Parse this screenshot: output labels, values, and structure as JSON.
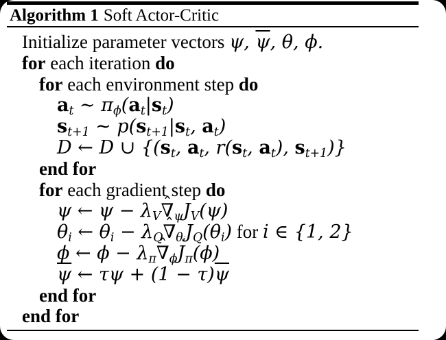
{
  "colors": {
    "frame_background": "#000000",
    "paper": "#ffffff",
    "text": "#000000",
    "rule": "#000000"
  },
  "caption": {
    "label": "Algorithm 1",
    "title": "Soft Actor-Critic"
  },
  "algorithm": {
    "lines": [
      {
        "indent": 0,
        "segments": [
          {
            "t": "math",
            "s": "R{Initialize parameter vectors }ψ, B{ψ}, θ, ϕ."
          }
        ]
      },
      {
        "indent": 0,
        "segments": [
          {
            "t": "kw",
            "s": "for"
          },
          {
            "t": "rm",
            "s": " each iteration "
          },
          {
            "t": "kw",
            "s": "do"
          }
        ]
      },
      {
        "indent": 1,
        "segments": [
          {
            "t": "kw",
            "s": "for"
          },
          {
            "t": "rm",
            "s": " each environment step "
          },
          {
            "t": "kw",
            "s": "do"
          }
        ]
      },
      {
        "indent": 2,
        "segments": [
          {
            "t": "math",
            "s": "#{a}_{t} ∼ π_{ϕ}(#{a}_{t}|#{s}_{t})"
          }
        ]
      },
      {
        "indent": 2,
        "segments": [
          {
            "t": "math",
            "s": "#{s}_{t+1} ∼ p(#{s}_{t+1}|#{s}_{t}, #{a}_{t})"
          }
        ]
      },
      {
        "indent": 2,
        "segments": [
          {
            "t": "math",
            "s": "@{D} ← @{D} ∪ {(#{s}_{t}, #{a}_{t}, r(#{s}_{t}, #{a}_{t}), #{s}_{t+1})}"
          }
        ]
      },
      {
        "indent": 1,
        "segments": [
          {
            "t": "kw",
            "s": "end for"
          }
        ]
      },
      {
        "indent": 1,
        "segments": [
          {
            "t": "kw",
            "s": "for"
          },
          {
            "t": "rm",
            "s": " each gradient step "
          },
          {
            "t": "kw",
            "s": "do"
          }
        ]
      },
      {
        "indent": 2,
        "segments": [
          {
            "t": "math",
            "s": "ψ ← ψ − λ_{V}H{∇}_{ψ}J_{V}(ψ)"
          }
        ]
      },
      {
        "indent": 2,
        "segments": [
          {
            "t": "math",
            "s": "θ_{i} ← θ_{i} − λ_{Q}H{∇}_{θᵢ}J_{Q}(θ_{i})R{ for }i ∈ {1, 2}"
          }
        ]
      },
      {
        "indent": 2,
        "segments": [
          {
            "t": "math",
            "s": "ϕ ← ϕ − λ_{π}H{∇}_{ϕ}J_{π}(ϕ)"
          }
        ]
      },
      {
        "indent": 2,
        "segments": [
          {
            "t": "math",
            "s": "B{ψ} ← τψ + (1 − τ)B{ψ}"
          }
        ]
      },
      {
        "indent": 1,
        "segments": [
          {
            "t": "kw",
            "s": "end for"
          }
        ]
      },
      {
        "indent": 0,
        "segments": [
          {
            "t": "kw",
            "s": "end for"
          }
        ]
      }
    ]
  }
}
